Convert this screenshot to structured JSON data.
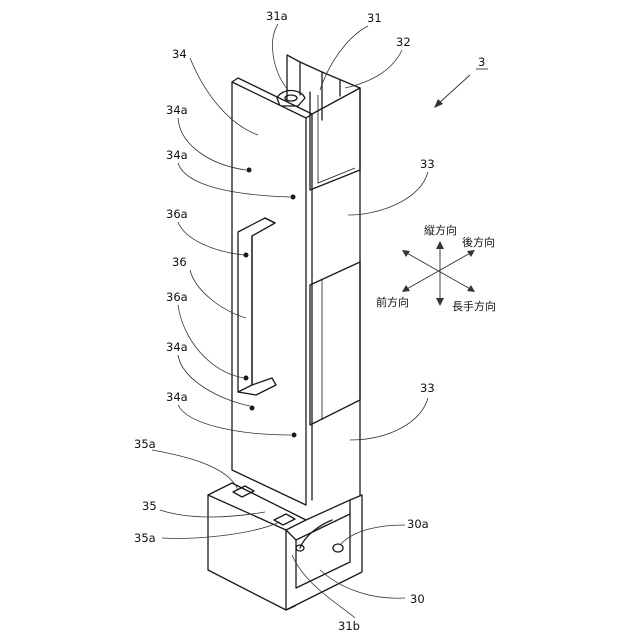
{
  "labels": {
    "fig_ref": "3",
    "p31a": "31a",
    "p31": "31",
    "p32": "32",
    "p34": "34",
    "p34a_1": "34a",
    "p34a_2": "34a",
    "p33_top": "33",
    "p36a_1": "36a",
    "p36": "36",
    "p36a_2": "36a",
    "p34a_3": "34a",
    "p34a_4": "34a",
    "p33_bottom": "33",
    "p35a_top": "35a",
    "p35": "35",
    "p35a_bottom": "35a",
    "p30a": "30a",
    "p30": "30",
    "p31b": "31b"
  },
  "directions": {
    "vertical": "縦方向",
    "rear": "後方向",
    "front": "前方向",
    "longitudinal": "長手方向"
  }
}
